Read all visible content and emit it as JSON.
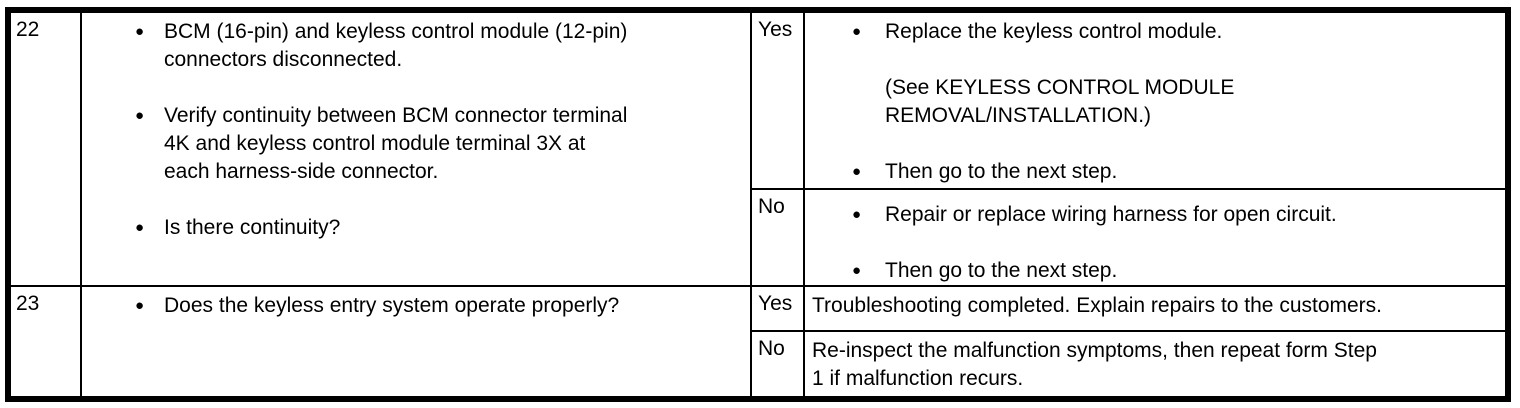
{
  "colors": {
    "background": "#ffffff",
    "text": "#000000",
    "border": "#000000"
  },
  "icons": {
    "bullet": "●"
  },
  "table": {
    "rows": [
      {
        "step": "22",
        "inspection": [
          {
            "bullet": true,
            "text": "BCM (16-pin) and keyless control module (12-pin)\nconnectors disconnected."
          },
          {
            "bullet": true,
            "text": "Verify continuity between BCM connector terminal\n4K and keyless control module terminal 3X at\neach harness-side connector."
          },
          {
            "bullet": true,
            "text": "Is there continuity?"
          }
        ],
        "results": [
          {
            "answer": "Yes",
            "actions": [
              {
                "bullet": true,
                "text": "Replace the keyless control module."
              },
              {
                "bullet": false,
                "text": "(See KEYLESS CONTROL MODULE\nREMOVAL/INSTALLATION.)"
              },
              {
                "bullet": true,
                "text": "Then go to the next step."
              }
            ]
          },
          {
            "answer": "No",
            "actions": [
              {
                "bullet": true,
                "text": "Repair or replace wiring harness for open circuit."
              },
              {
                "bullet": true,
                "text": "Then go to the next step."
              }
            ]
          }
        ]
      },
      {
        "step": "23",
        "inspection": [
          {
            "bullet": true,
            "text": "Does the keyless entry system operate properly?"
          }
        ],
        "results": [
          {
            "answer": "Yes",
            "action_text": "Troubleshooting completed. Explain repairs to the customers."
          },
          {
            "answer": "No",
            "action_text": "Re-inspect the malfunction symptoms, then repeat form Step\n1 if malfunction recurs."
          }
        ]
      }
    ]
  }
}
